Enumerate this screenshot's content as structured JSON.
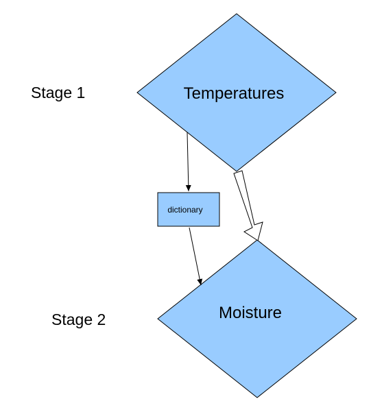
{
  "stages": [
    {
      "label": "Stage 1"
    },
    {
      "label": "Stage 2"
    }
  ],
  "nodes": {
    "temperatures": {
      "label": "Temperatures"
    },
    "moisture": {
      "label": "Moisture"
    },
    "dictionary": {
      "label": "dictionary"
    }
  },
  "colors": {
    "shape_fill": "#99ccff",
    "stroke": "#000000",
    "hollow_arrow_fill": "#ffffff",
    "background": "#ffffff"
  }
}
